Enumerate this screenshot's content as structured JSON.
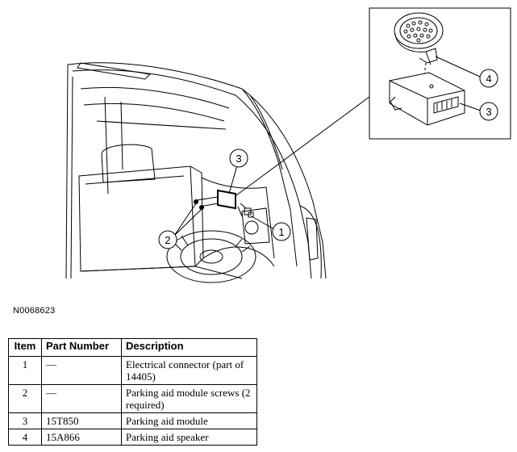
{
  "figure": {
    "id": "N0068623",
    "callouts": [
      "1",
      "2",
      "3",
      "3",
      "4"
    ]
  },
  "table": {
    "headers": [
      "Item",
      "Part Number",
      "Description"
    ],
    "rows": [
      {
        "item": "1",
        "part": "—",
        "description": "Electrical connector (part of 14405)"
      },
      {
        "item": "2",
        "part": "—",
        "description": "Parking aid module screws (2 required)"
      },
      {
        "item": "3",
        "part": "15T850",
        "description": "Parking aid module"
      },
      {
        "item": "4",
        "part": "15A866",
        "description": "Parking aid speaker"
      }
    ]
  }
}
